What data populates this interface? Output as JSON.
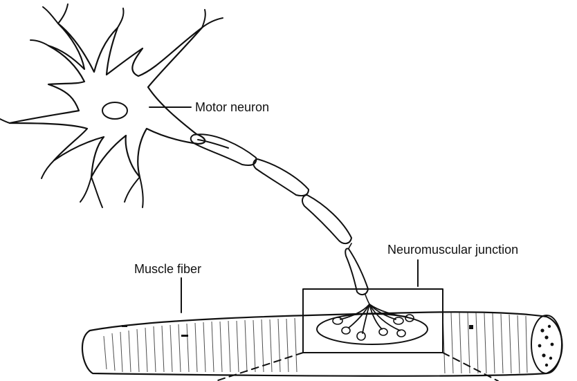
{
  "diagram": {
    "labels": {
      "motor_neuron": "Motor neuron",
      "neuromuscular_junction": "Neuromuscular junction",
      "muscle_fiber": "Muscle fiber"
    },
    "colors": {
      "ink": "#111111",
      "background": "#ffffff"
    }
  }
}
